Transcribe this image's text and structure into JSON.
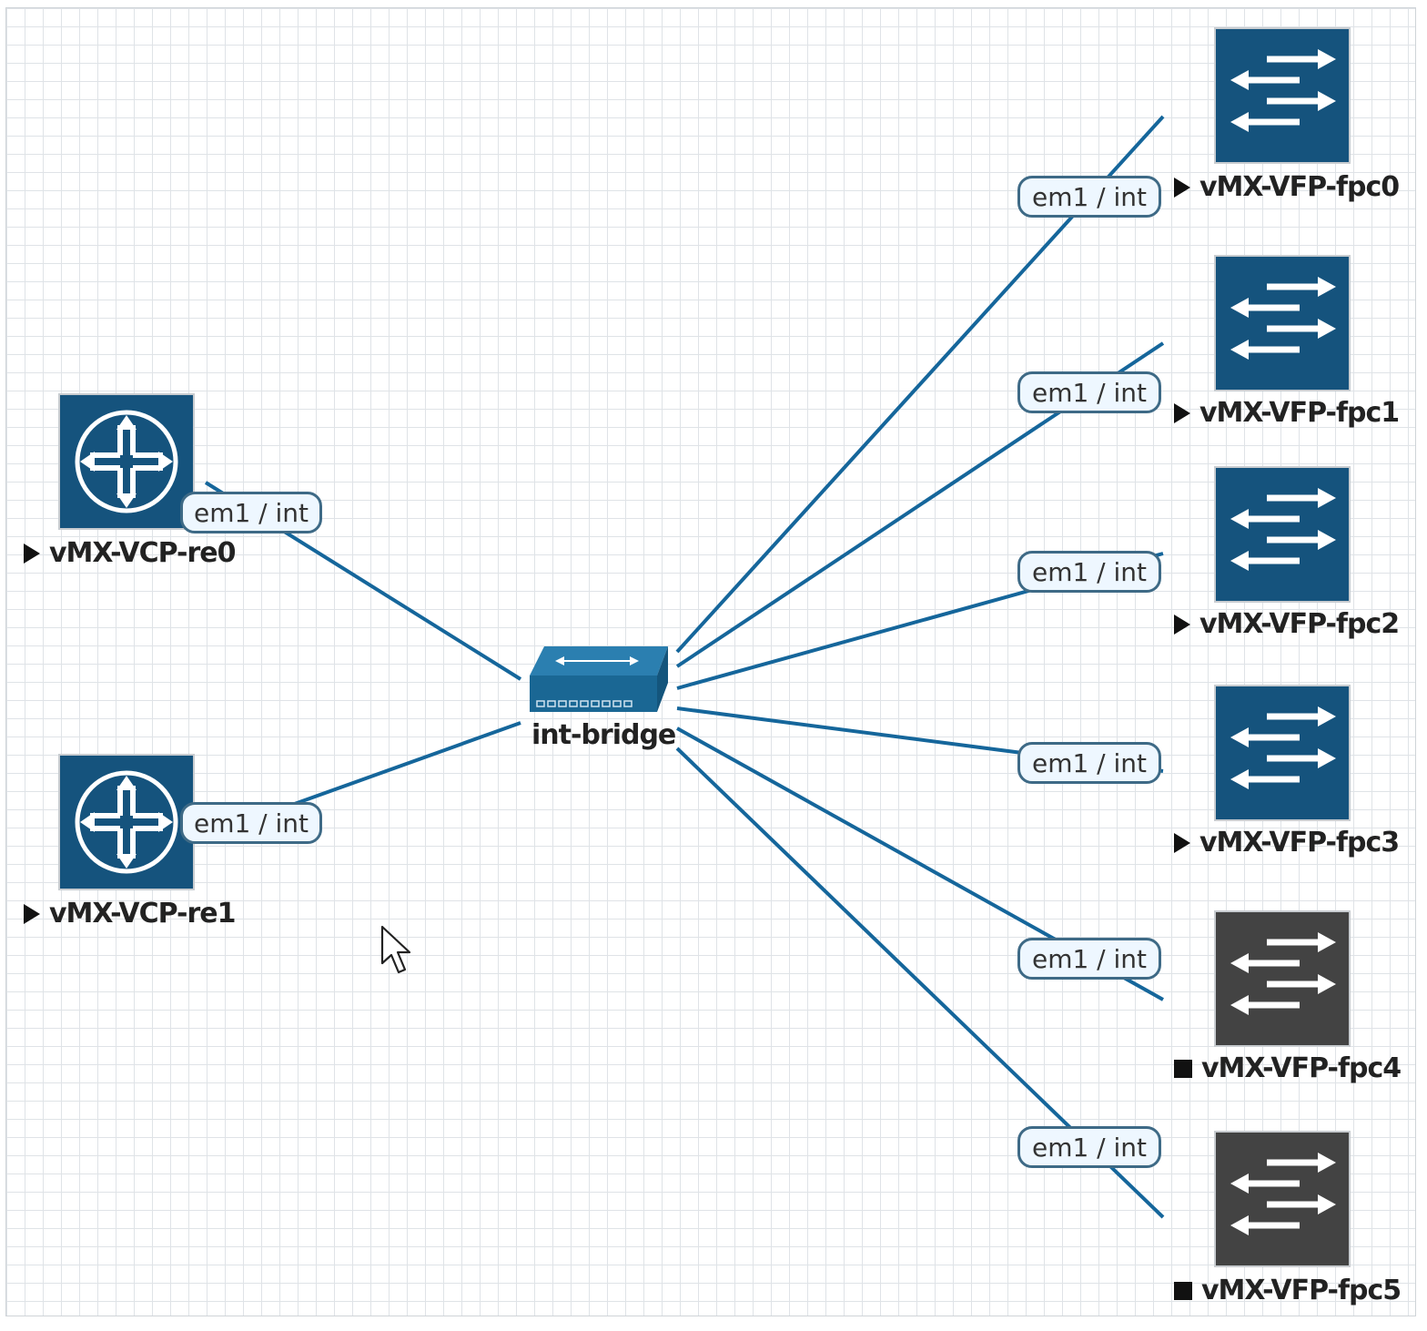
{
  "colors": {
    "link": "#15669b",
    "node_running": "#15537d",
    "node_stopped": "#434343",
    "iface_border": "#3e6a86",
    "iface_fill": "#eef7ff"
  },
  "bridge": {
    "label": "int-bridge",
    "icon": "switch-icon"
  },
  "routers": [
    {
      "label": "vMX-VCP-re0",
      "state": "running",
      "iface": "em1 / int",
      "icon": "router-icon"
    },
    {
      "label": "vMX-VCP-re1",
      "state": "running",
      "iface": "em1 / int",
      "icon": "router-icon"
    }
  ],
  "fpcs": [
    {
      "label": "vMX-VFP-fpc0",
      "state": "running",
      "iface": "em1 / int",
      "icon": "l2-switch-icon"
    },
    {
      "label": "vMX-VFP-fpc1",
      "state": "running",
      "iface": "em1 / int",
      "icon": "l2-switch-icon"
    },
    {
      "label": "vMX-VFP-fpc2",
      "state": "running",
      "iface": "em1 / int",
      "icon": "l2-switch-icon"
    },
    {
      "label": "vMX-VFP-fpc3",
      "state": "running",
      "iface": "em1 / int",
      "icon": "l2-switch-icon"
    },
    {
      "label": "vMX-VFP-fpc4",
      "state": "stopped",
      "iface": "em1 / int",
      "icon": "l2-switch-icon"
    },
    {
      "label": "vMX-VFP-fpc5",
      "state": "stopped",
      "iface": "em1 / int",
      "icon": "l2-switch-icon"
    }
  ]
}
